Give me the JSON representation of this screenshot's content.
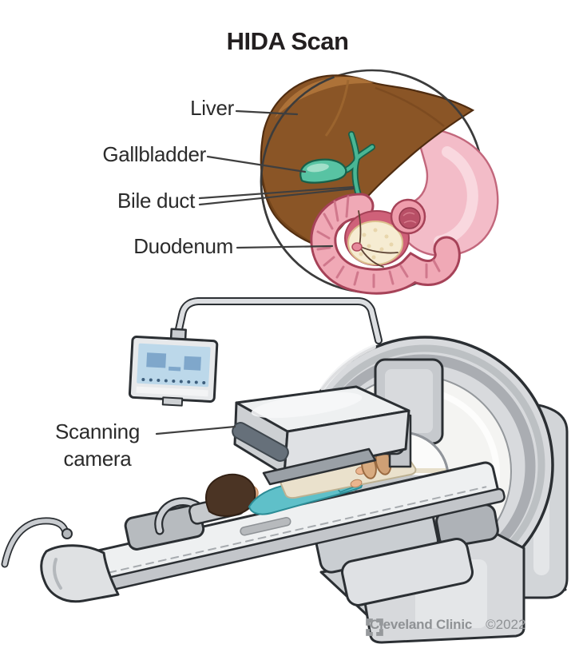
{
  "title": "HIDA Scan",
  "labels": {
    "liver": "Liver",
    "gallbladder": "Gallbladder",
    "bile_duct": "Bile duct",
    "duodenum": "Duodenum",
    "scanning_camera": "Scanning camera"
  },
  "footer": {
    "brand": "Cleveland Clinic",
    "year": "©2022",
    "logo_icon": "cleveland-clinic-square-mark"
  },
  "colors": {
    "liver_brown": "#8a5526",
    "liver_highlight": "#b5793d",
    "gallbladder_green": "#58c3a3",
    "bile_duct_green": "#49b694",
    "stomach_pink": "#f3bcc8",
    "duodenum_pink": "#f0a9b6",
    "duodenum_interior": "#cf6179",
    "pancreas_cream": "#f6ecd2",
    "scrubs_teal": "#5fc0c9",
    "skin_tone": "#ecb58e",
    "hair_brown": "#4b3424",
    "machine_gray": "#d8dadd",
    "machine_outline": "#2b2f33",
    "screen_blue": "#bcd8ea",
    "label_text": "#2b2b2b",
    "footer_gray": "#8f9295"
  }
}
